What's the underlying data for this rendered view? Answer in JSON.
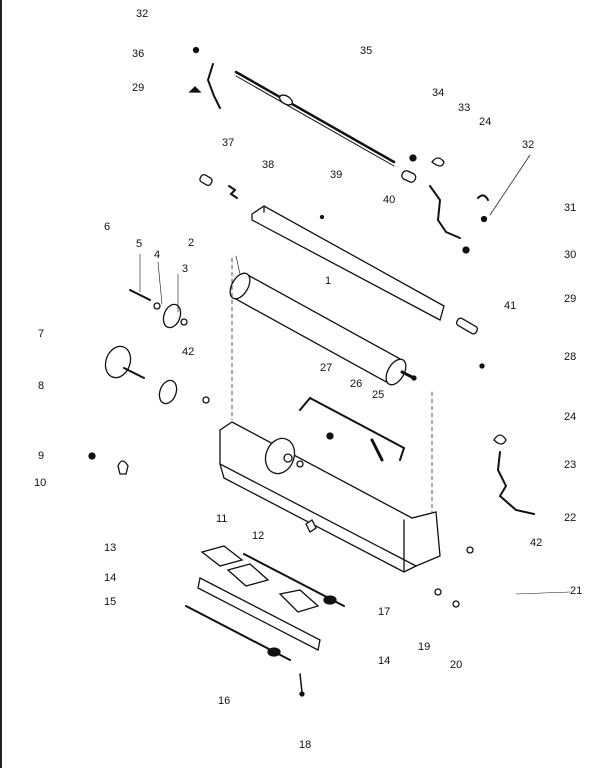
{
  "callouts": [
    "32",
    "36",
    "35",
    "29",
    "34",
    "33",
    "24",
    "32",
    "37",
    "38",
    "39",
    "40",
    "31",
    "6",
    "5",
    "4",
    "3",
    "2",
    "1",
    "30",
    "29",
    "41",
    "7",
    "42",
    "28",
    "8",
    "27",
    "26",
    "25",
    "24",
    "9",
    "10",
    "23",
    "22",
    "11",
    "12",
    "42",
    "13",
    "14",
    "15",
    "17",
    "21",
    "19",
    "14",
    "20",
    "16",
    "18"
  ],
  "colors": {
    "ink": "#111111",
    "paper": "#ffffff",
    "shade": "#bfbfbf"
  }
}
